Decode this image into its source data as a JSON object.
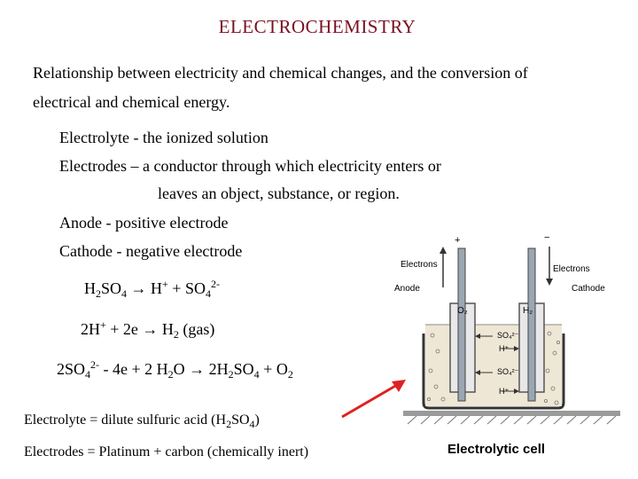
{
  "title": "ELECTROCHEMISTRY",
  "intro": {
    "line1": "Relationship between electricity and chemical changes, and the conversion of",
    "line2": "electrical and chemical energy."
  },
  "definitions": {
    "electrolyte": "Electrolyte - the ionized solution",
    "electrodes_1": "Electrodes – a conductor through which electricity enters or",
    "electrodes_2": "leaves an object, substance, or region.",
    "anode": "Anode - positive electrode",
    "cathode": "Cathode - negative electrode"
  },
  "equations": {
    "eq1": {
      "a": "H",
      "a_sub": "2",
      "b": "SO",
      "b_sub": "4",
      "arrow": " → H",
      "plus_sup": "+",
      "rest": " + SO",
      "rest_sub": "4",
      "rest_sup": "2-"
    },
    "eq2": {
      "a": "2H",
      "a_sup": "+",
      "b": " + 2e → H",
      "b_sub": "2",
      "c": " (gas)"
    },
    "eq3": {
      "a": "2SO",
      "a_sub": "4",
      "a_sup": "2-",
      "b": " - 4e + 2 H",
      "b_sub": "2",
      "c": "O → 2H",
      "c_sub": "2",
      "d": "SO",
      "d_sub": "4",
      "e": " + O",
      "e_sub": "2"
    }
  },
  "notes": {
    "electrolyte_prefix": "Electrolyte = dilute sulfuric acid (H",
    "electrolyte_sub1": "2",
    "electrolyte_mid": "SO",
    "electrolyte_sub2": "4",
    "electrolyte_suffix": ")",
    "electrodes": "Electrodes = Platinum + carbon (chemically inert)"
  },
  "diagram": {
    "caption": "Electrolytic cell",
    "labels": {
      "electrons_left": "Electrons",
      "electrons_right": "Electrons",
      "anode": "Anode",
      "cathode": "Cathode",
      "o2": "O₂",
      "h2": "H₂",
      "plus": "+",
      "minus": "−"
    },
    "ions": [
      "SO₄²⁻",
      "H⁺",
      "SO₄²⁻",
      "H⁺"
    ],
    "arrow_color": "#e02020"
  }
}
